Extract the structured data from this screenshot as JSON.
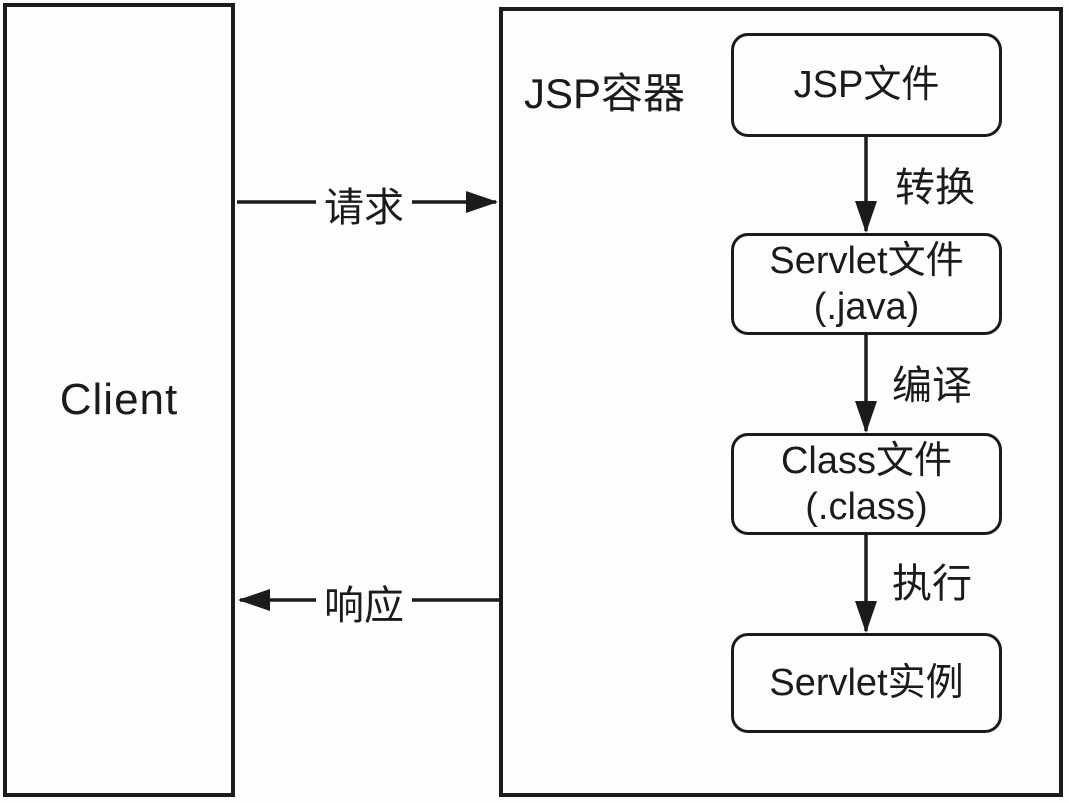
{
  "diagram": {
    "title_semantic": "JSP processing flow",
    "client_label": "Client",
    "container_label": "JSP容器",
    "nodes": [
      {
        "label": "JSP文件",
        "sublabel": ""
      },
      {
        "label": "Servlet文件",
        "sublabel": "(.java)"
      },
      {
        "label": "Class文件",
        "sublabel": "(.class)"
      },
      {
        "label": "Servlet实例",
        "sublabel": ""
      }
    ],
    "edges": {
      "request_label": "请求",
      "response_label": "响应",
      "step1_label": "转换",
      "step2_label": "编译",
      "step3_label": "执行"
    },
    "colors": {
      "stroke": "#1b1b1b",
      "background": "#fdfdfd"
    }
  }
}
